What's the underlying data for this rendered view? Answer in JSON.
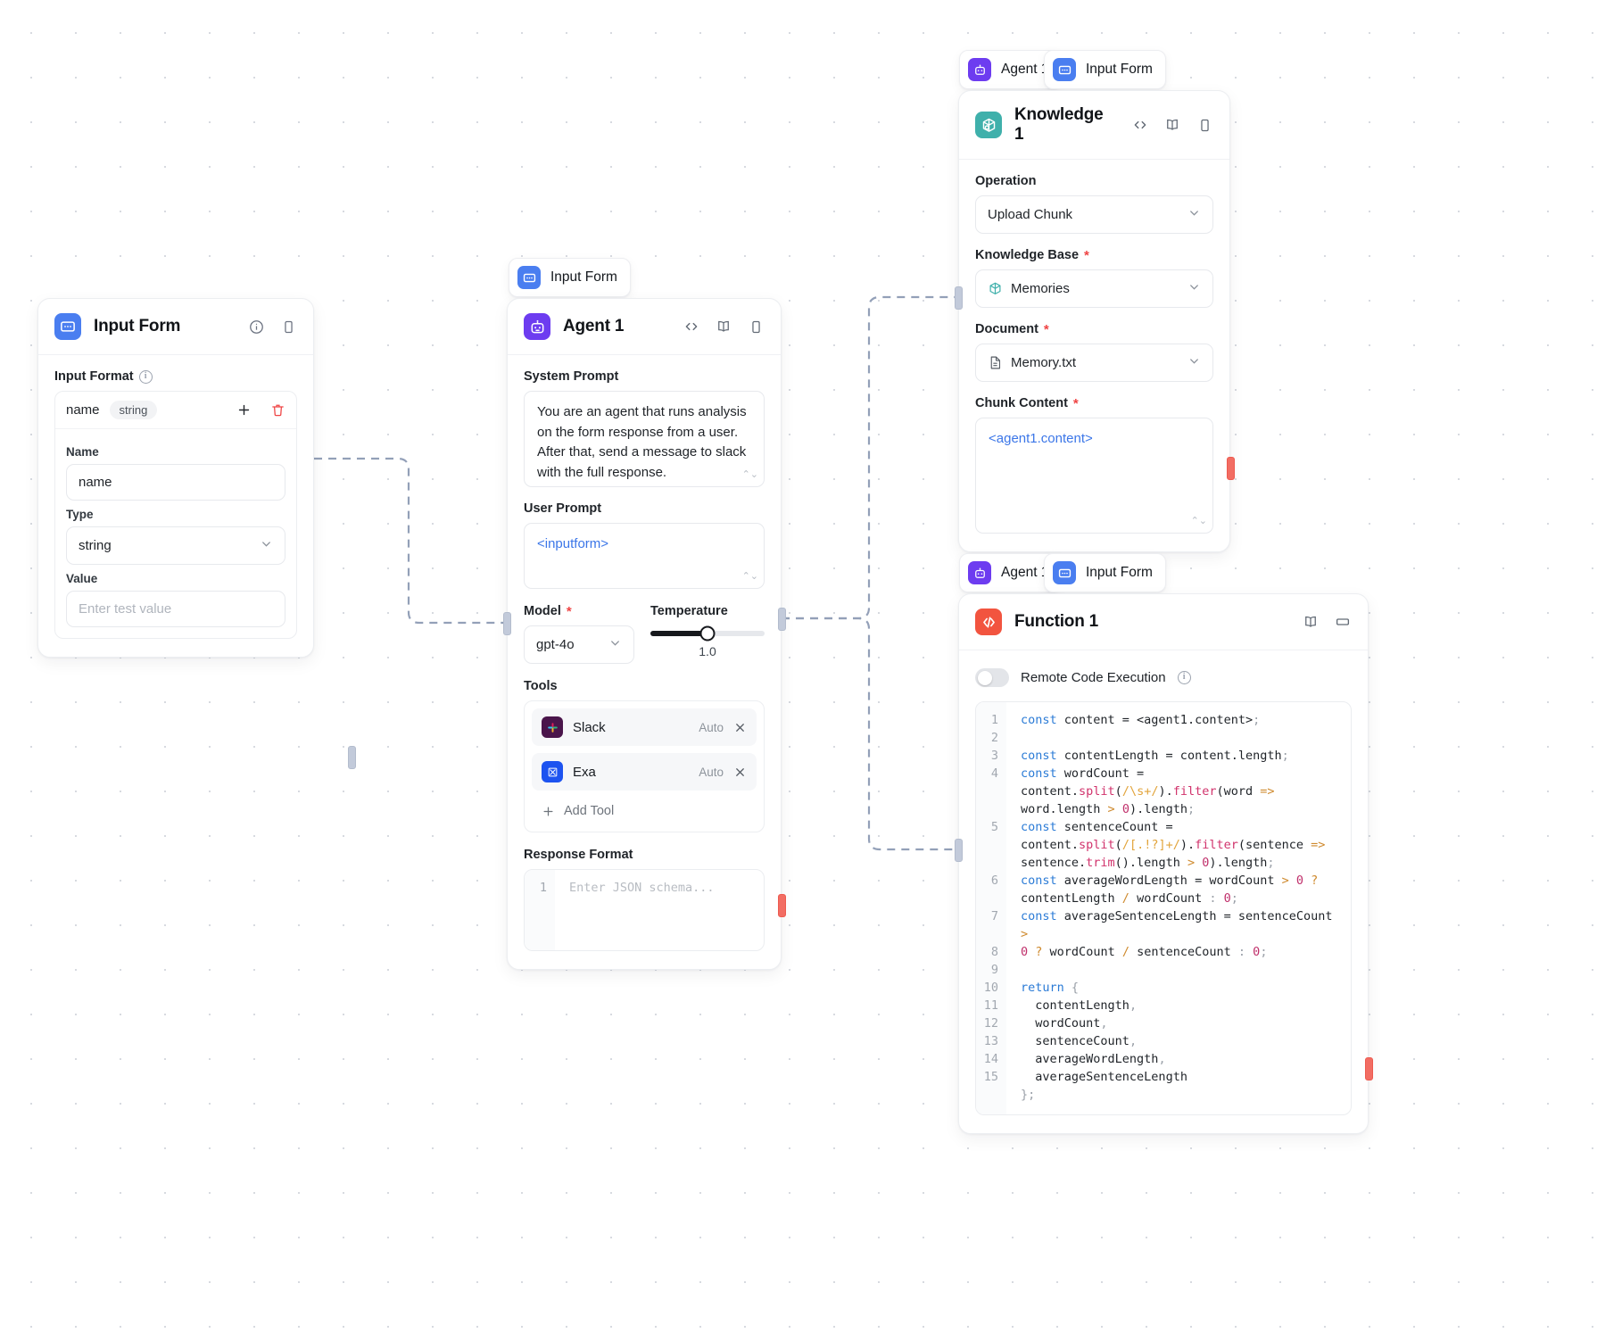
{
  "canvas": {
    "background": "#ffffff",
    "dot_color": "#d7dae0"
  },
  "colors": {
    "input_form_accent": "#4a7ef0",
    "agent_accent": "#6d3cf0",
    "knowledge_accent": "#3fb0ab",
    "function_accent": "#f2543f",
    "template_var": "#3b76e8",
    "required_asterisk": "#ef4444",
    "handle_in": "#c2cada",
    "handle_out": "#f26d63",
    "edge": "#93a0b8"
  },
  "nodes": {
    "input_form": {
      "title": "Input Form",
      "icon": "input-form-icon",
      "header_icons": [
        "info-icon",
        "panel-icon"
      ],
      "input_format": {
        "label": "Input Format",
        "info": "info-icon",
        "entry": {
          "key": "name",
          "type_tag": "string",
          "add_icon": "plus-icon",
          "delete_icon": "trash-icon"
        },
        "fields": [
          {
            "label": "Name",
            "value": "name",
            "placeholder": "",
            "control": "text"
          },
          {
            "label": "Type",
            "value": "string",
            "placeholder": "",
            "control": "select"
          },
          {
            "label": "Value",
            "value": "",
            "placeholder": "Enter test value",
            "control": "text"
          }
        ]
      }
    },
    "agent": {
      "pill_label": "Input Form",
      "pill_icon": "input-form-icon",
      "title": "Agent 1",
      "icon": "agent-icon",
      "header_icons": [
        "code-icon",
        "book-icon",
        "panel-icon"
      ],
      "system_prompt": {
        "label": "System Prompt",
        "value": "You are an agent that runs analysis on the form response from a user. After that, send a message to slack with the full response."
      },
      "user_prompt": {
        "label": "User Prompt",
        "value": "<inputform>"
      },
      "model": {
        "label": "Model",
        "required": true,
        "value": "gpt-4o"
      },
      "temperature": {
        "label": "Temperature",
        "value": "1.0",
        "percent": 50
      },
      "tools": {
        "label": "Tools",
        "items": [
          {
            "name": "Slack",
            "mode": "Auto",
            "icon": "slack-icon"
          },
          {
            "name": "Exa",
            "mode": "Auto",
            "icon": "exa-icon"
          }
        ],
        "add_label": "Add Tool",
        "add_icon": "plus-icon"
      },
      "response_format": {
        "label": "Response Format",
        "line_number": "1",
        "placeholder": "Enter JSON schema..."
      }
    },
    "knowledge": {
      "pills": [
        {
          "label": "Agent 1",
          "icon": "agent-icon"
        },
        {
          "label": "Input Form",
          "icon": "input-form-icon"
        }
      ],
      "title": "Knowledge 1",
      "icon": "knowledge-icon",
      "header_icons": [
        "code-icon",
        "book-icon",
        "panel-icon"
      ],
      "operation": {
        "label": "Operation",
        "value": "Upload Chunk"
      },
      "knowledge_base": {
        "label": "Knowledge Base",
        "required": true,
        "value": "Memories",
        "icon": "knowledge-icon"
      },
      "document": {
        "label": "Document",
        "required": true,
        "value": "Memory.txt",
        "icon": "document-icon"
      },
      "chunk_content": {
        "label": "Chunk Content",
        "required": true,
        "value": "<agent1.content>"
      }
    },
    "function": {
      "pills": [
        {
          "label": "Agent 1",
          "icon": "agent-icon"
        },
        {
          "label": "Input Form",
          "icon": "input-form-icon"
        }
      ],
      "title": "Function 1",
      "icon": "function-icon",
      "header_icons": [
        "book-icon",
        "expand-icon"
      ],
      "remote_code_execution": {
        "label": "Remote Code Execution",
        "enabled": false,
        "info": "info-icon"
      },
      "code": {
        "line_numbers": [
          "1",
          "2",
          "3",
          "4",
          "5",
          "6",
          "7",
          "8",
          "9",
          "10",
          "11",
          "12",
          "13",
          "14",
          "15"
        ],
        "lines": [
          "const content = <agent1.content>;",
          "",
          "const contentLength = content.length;",
          "const wordCount = content.split(/\\s+/).filter(word => word.length > 0).length;",
          "const sentenceCount = content.split(/[.!?]+/).filter(sentence => sentence.trim().length > 0).length;",
          "const averageWordLength = wordCount > 0 ? contentLength / wordCount : 0;",
          "const averageSentenceLength = sentenceCount > 0 ? wordCount / sentenceCount : 0;",
          "",
          "return {",
          "  contentLength,",
          "  wordCount,",
          "  sentenceCount,",
          "  averageWordLength,",
          "  averageSentenceLength",
          "};"
        ]
      }
    }
  }
}
